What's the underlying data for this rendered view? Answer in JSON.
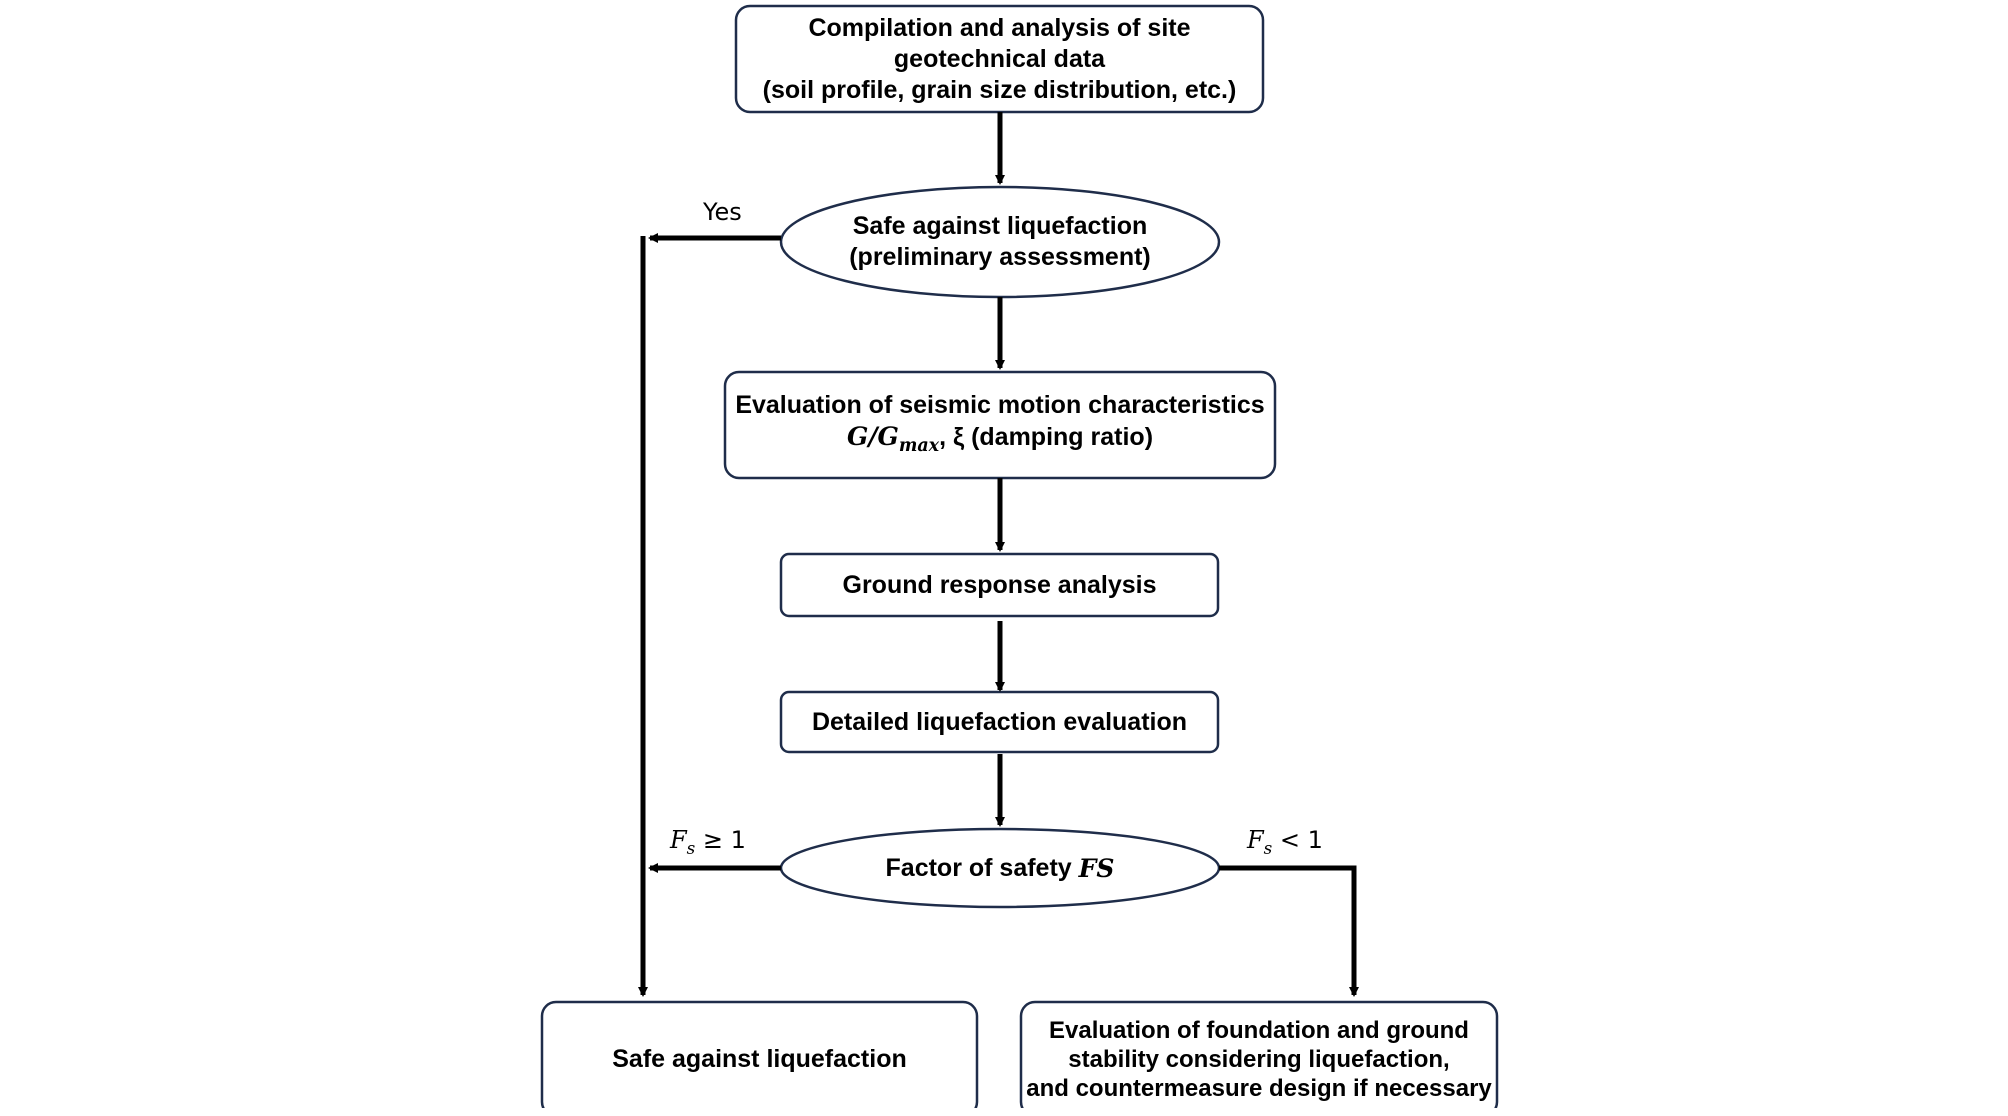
{
  "nodes": {
    "compilation": {
      "lines": [
        "Compilation and analysis of site",
        "geotechnical data",
        "(soil profile, grain size distribution, etc.)"
      ]
    },
    "preliminary": {
      "lines": [
        "Safe against liquefaction",
        "(preliminary assessment)"
      ]
    },
    "seismic": {
      "line1": "Evaluation of seismic motion characteristics",
      "g_symbol": "G/G",
      "g_sub": "max",
      "line2_rest": ", ξ (damping ratio)"
    },
    "ground_response": {
      "label": "Ground response analysis"
    },
    "detailed": {
      "label": "Detailed liquefaction evaluation"
    },
    "factor": {
      "text": "Factor of safety ",
      "symbol": "FS"
    },
    "safe_final": {
      "label": "Safe against liquefaction"
    },
    "foundation": {
      "lines": [
        "Evaluation of foundation and ground",
        "stability considering liquefaction,",
        "and countermeasure design if necessary"
      ]
    }
  },
  "edges": {
    "yes_label": "Yes",
    "fs_ge": {
      "symbol": "F",
      "sub": "s",
      "rest": " ≥ 1"
    },
    "fs_lt": {
      "symbol": "F",
      "sub": "s",
      "rest": " < 1"
    }
  }
}
